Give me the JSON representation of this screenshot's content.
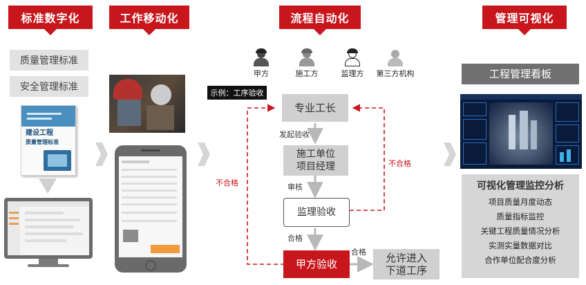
{
  "headers": {
    "standard": "标准数字化",
    "mobile": "工作移动化",
    "process": "流程自动化",
    "visual": "管理可视化"
  },
  "standards": {
    "quality": "质量管理标准",
    "safety": "安全管理标准"
  },
  "book": {
    "title_line1": "建设工程",
    "title_line2": "质量管理标准"
  },
  "roles": [
    {
      "label": "甲方"
    },
    {
      "label": "施工方"
    },
    {
      "label": "监理方"
    },
    {
      "label": "第三方机构"
    }
  ],
  "example": "示例：工序验收",
  "flow": {
    "foreman": "专业工长",
    "contractor_line1": "施工单位",
    "contractor_line2": "项目经理",
    "supervision": "监理验收",
    "owner": "甲方验收",
    "next_line1": "允许进入",
    "next_line2": "下道工序",
    "start": "发起验收",
    "review": "审核",
    "pass1": "合格",
    "pass2": "合格",
    "fail_left": "不合格",
    "fail_right": "不合格"
  },
  "dashboard": {
    "title": "工程管理看板"
  },
  "analysis": {
    "title": "可视化管理监控分析",
    "items": [
      "项目质量月度动态",
      "质量指标监控",
      "关键工程质量情况分析",
      "实测实量数据对比",
      "合作单位配合度分析"
    ]
  },
  "colors": {
    "brand_red": "#c8161d",
    "box_grey": "#d0d0d0",
    "dark_grey": "#707070"
  }
}
